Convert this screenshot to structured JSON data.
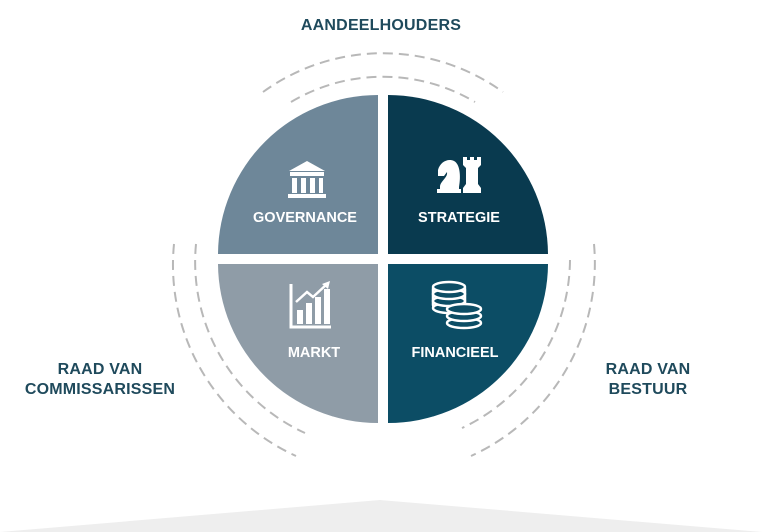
{
  "stakeholders": {
    "top": "AANDEELHOUDERS",
    "left_line1": "RAAD VAN",
    "left_line2": "COMMISSARISSEN",
    "right_line1": "RAAD VAN",
    "right_line2": "BESTUUR"
  },
  "quadrants": {
    "top_left": {
      "label": "GOVERNANCE",
      "icon": "bank-building-icon",
      "color": "#6e8799"
    },
    "top_right": {
      "label": "STRATEGIE",
      "icon": "chess-pieces-icon",
      "color": "#093a4f"
    },
    "bottom_left": {
      "label": "MARKT",
      "icon": "bar-chart-growth-icon",
      "color": "#8f9ca7"
    },
    "bottom_right": {
      "label": "FINANCIEEL",
      "icon": "coin-stacks-icon",
      "color": "#0c4d65"
    }
  },
  "colors": {
    "text": "#1f4a5c",
    "dash": "#b8b8b8",
    "ground": "#eeeeee"
  }
}
